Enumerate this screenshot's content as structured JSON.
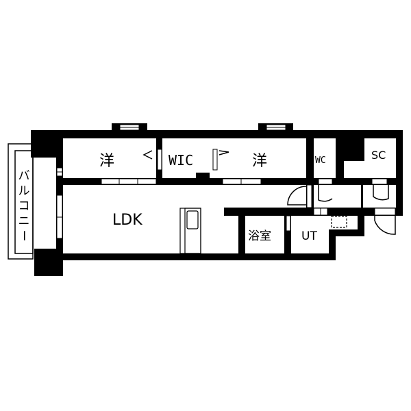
{
  "floorplan": {
    "wall_color": "#000000",
    "background_color": "#ffffff",
    "rooms": {
      "western_room_1": "洋",
      "wic": "WIC",
      "western_room_2": "洋",
      "wc": "WC",
      "sc": "SC",
      "ldk": "LDK",
      "bathroom": "浴室",
      "ut": "UT",
      "balcony": [
        "バ",
        "ル",
        "コ",
        "ニ",
        "ー"
      ]
    }
  }
}
